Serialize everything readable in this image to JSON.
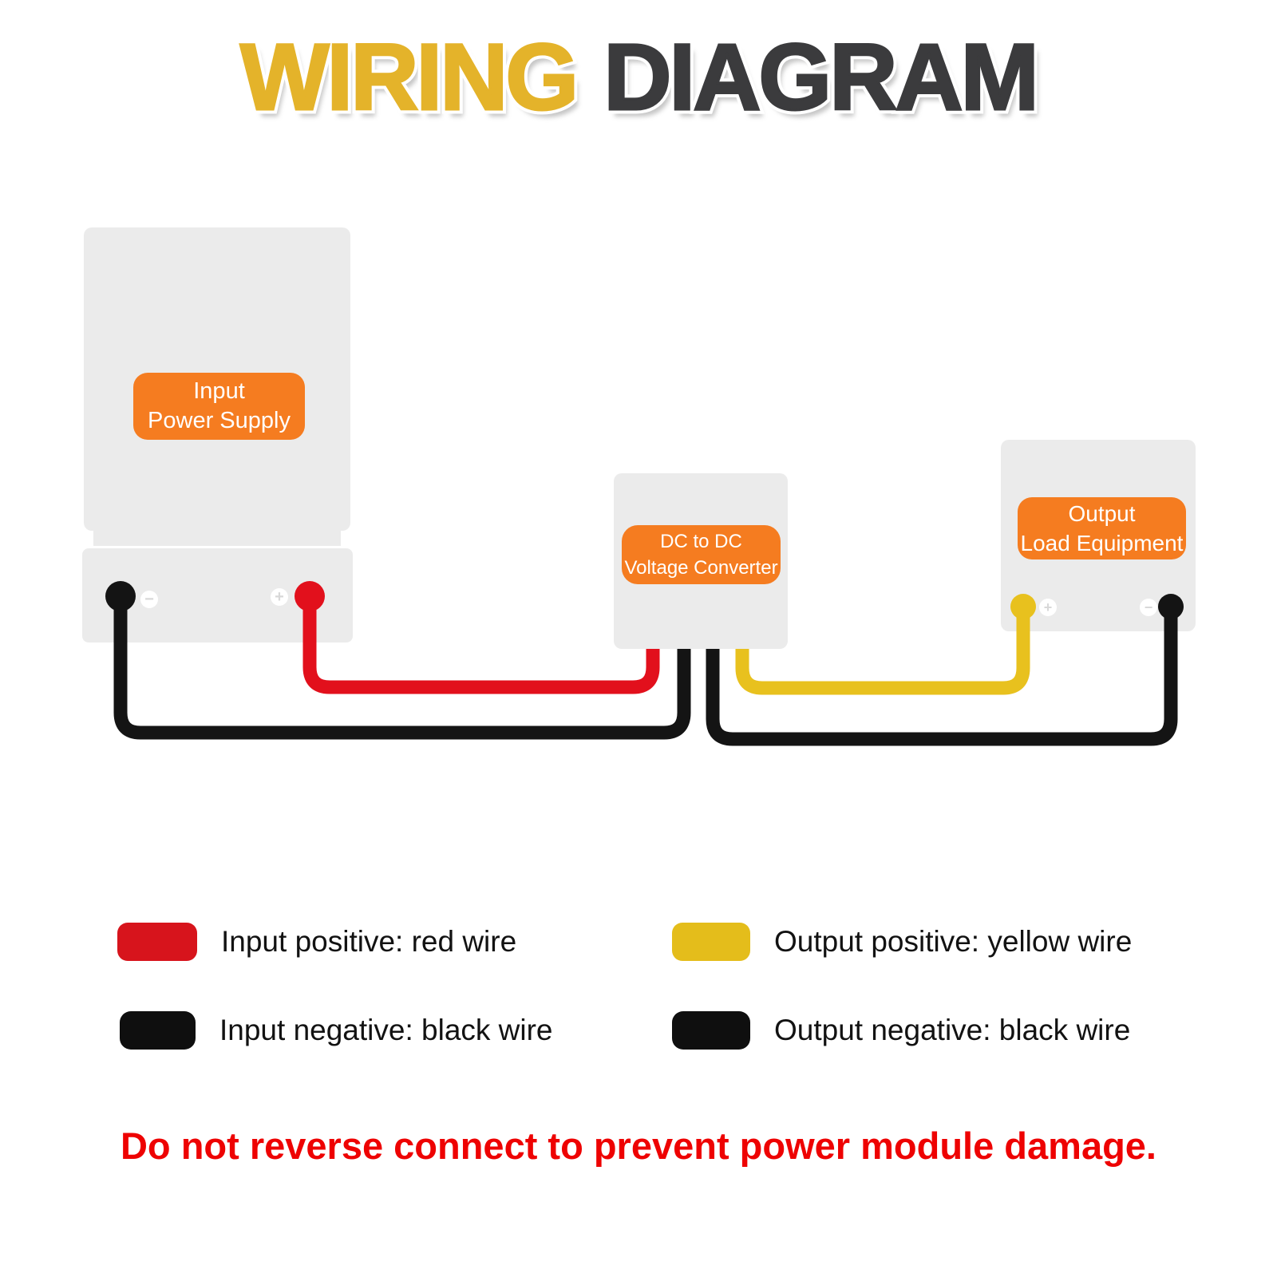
{
  "title": {
    "word1": "WIRING",
    "word2": "DIAGRAM"
  },
  "diagram": {
    "input_box_label": {
      "line1": "Input",
      "line2": "Power Supply"
    },
    "converter_label": {
      "line1": "DC to DC",
      "line2": "Voltage Converter"
    },
    "output_box_label": {
      "line1": "Output",
      "line2": "Load Equipment"
    },
    "symbols": {
      "minus": "−",
      "plus": "+"
    }
  },
  "legend": {
    "items": [
      {
        "label": "Input positive: red wire",
        "color": "#d7141c"
      },
      {
        "label": "Output positive: yellow wire",
        "color": "#e4bd1b"
      },
      {
        "label": "Input negative: black wire",
        "color": "#0f0f0f"
      },
      {
        "label": "Output negative: black wire",
        "color": "#0f0f0f"
      }
    ]
  },
  "warning": "Do not reverse connect to prevent power module damage.",
  "colors": {
    "title_yellow": "#e4b32a",
    "title_dark": "#3b3b3d",
    "accent_orange": "#f57c20",
    "box_gray": "#ebebeb",
    "wire_red": "#e2101c",
    "wire_yellow": "#e8c11e",
    "wire_black": "#141414",
    "badge_glyph": "#d8d8d8",
    "legend_text": "#121212",
    "warning_red": "#ee0202"
  }
}
